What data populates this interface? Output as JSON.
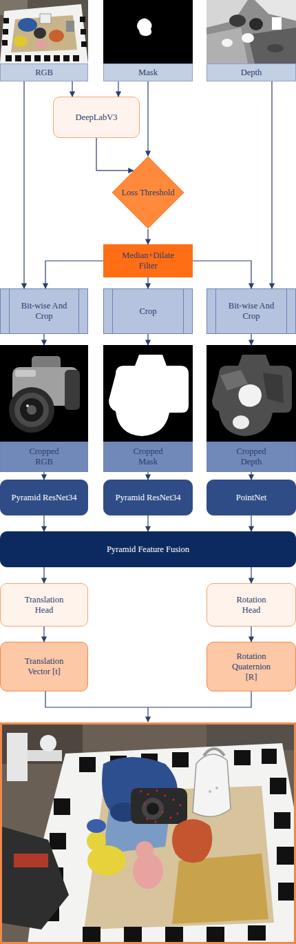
{
  "diagram": {
    "nodes": [
      {
        "text": [
          "RGB"
        ]
      },
      {
        "text": [
          "Mask"
        ]
      },
      {
        "text": [
          "Depth"
        ]
      },
      {
        "text": [
          "DeepLabV3"
        ]
      },
      {
        "text": [
          "Loss Threshold"
        ]
      },
      {
        "text": [
          "Median+Dilate Filter"
        ]
      },
      {
        "text": [
          "Bit-wise And Crop"
        ]
      },
      {
        "text": [
          "Crop"
        ]
      },
      {
        "text": [
          "Bit-wise And Crop"
        ]
      },
      {
        "text": [
          "Cropped RGB"
        ]
      },
      {
        "text": [
          "Cropped Mask"
        ]
      },
      {
        "text": [
          "Cropped Depth"
        ]
      },
      {
        "text": [
          "Pyramid ResNet34"
        ]
      },
      {
        "text": [
          "Pyramid ResNet34"
        ]
      },
      {
        "text": [
          "PointNet"
        ]
      },
      {
        "text": [
          "Pyramid Feature Fusion"
        ]
      },
      {
        "text": [
          "Translation Head"
        ]
      },
      {
        "text": [
          "Rotation Head"
        ]
      },
      {
        "text": [
          "Translation Vector [t]"
        ]
      },
      {
        "text": [
          "Rotation Quaternion [R]"
        ]
      }
    ],
    "edges": [
      {
        "from": 0,
        "to": 3,
        "arrow": "to"
      },
      {
        "from": 1,
        "to": 3,
        "arrow": "to"
      },
      {
        "from": 0,
        "to": 6,
        "arrow": "to"
      },
      {
        "from": 2,
        "to": 8,
        "arrow": "to"
      },
      {
        "from": 3,
        "to": 4,
        "arrow": "to"
      },
      {
        "from": 1,
        "to": 4,
        "arrow": "to"
      },
      {
        "from": 4,
        "to": 5,
        "arrow": "to"
      },
      {
        "from": 5,
        "to": 6,
        "arrow": "to"
      },
      {
        "from": 5,
        "to": 7,
        "arrow": "to"
      },
      {
        "from": 5,
        "to": 8,
        "arrow": "to"
      },
      {
        "from": 6,
        "to": 9,
        "arrow": "to"
      },
      {
        "from": 7,
        "to": 10,
        "arrow": "to"
      },
      {
        "from": 8,
        "to": 11,
        "arrow": "to"
      },
      {
        "from": 9,
        "to": 12,
        "arrow": "to"
      },
      {
        "from": 10,
        "to": 13,
        "arrow": "to"
      },
      {
        "from": 11,
        "to": 14,
        "arrow": "to"
      },
      {
        "from": 12,
        "to": 15,
        "arrow": "to"
      },
      {
        "from": 13,
        "to": 15,
        "arrow": "to"
      },
      {
        "from": 14,
        "to": 15,
        "arrow": "to"
      },
      {
        "from": 15,
        "to": 16,
        "arrow": "to"
      },
      {
        "from": 15,
        "to": 17,
        "arrow": "to"
      },
      {
        "from": 16,
        "to": 18,
        "arrow": "to"
      },
      {
        "from": 17,
        "to": 19,
        "arrow": "to"
      }
    ]
  }
}
